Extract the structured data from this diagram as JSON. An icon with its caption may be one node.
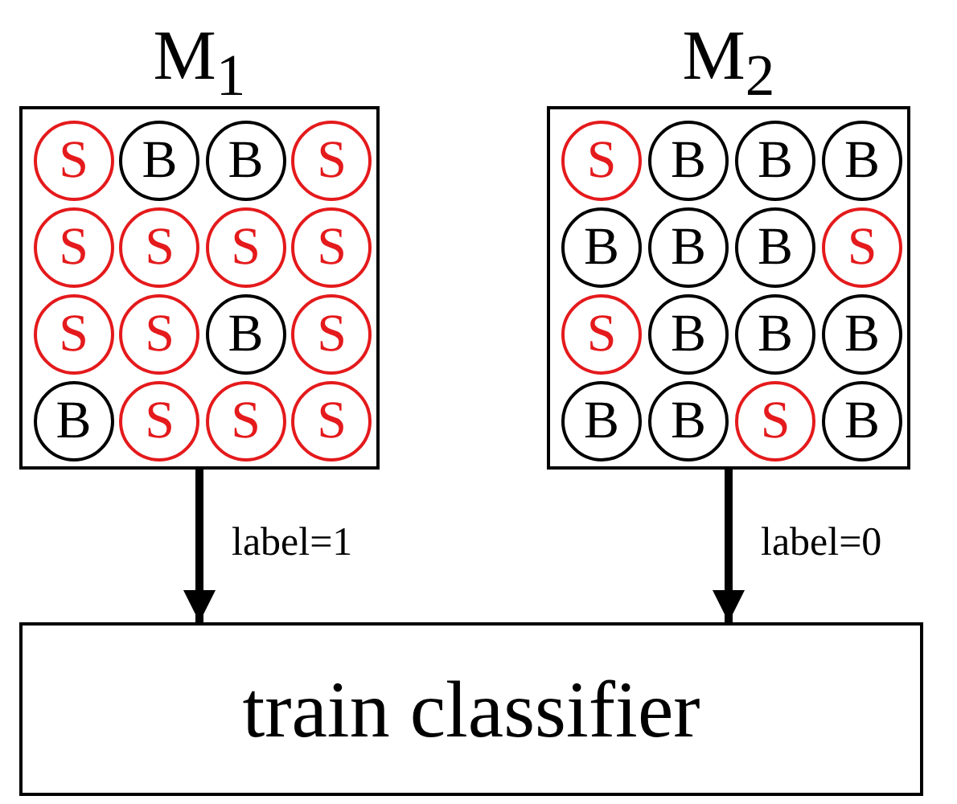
{
  "diagram": {
    "nodes": [
      {
        "text": [
          "M$_{1}$"
        ]
      },
      {
        "text": [
          "S"
        ],
        "in": 0
      },
      {
        "text": [
          "B"
        ],
        "in": 0
      },
      {
        "text": [
          "B"
        ],
        "in": 0
      },
      {
        "text": [
          "S"
        ],
        "in": 0
      },
      {
        "text": [
          "S"
        ],
        "in": 0
      },
      {
        "text": [
          "S"
        ],
        "in": 0
      },
      {
        "text": [
          "S"
        ],
        "in": 0
      },
      {
        "text": [
          "S"
        ],
        "in": 0
      },
      {
        "text": [
          "S"
        ],
        "in": 0
      },
      {
        "text": [
          "S"
        ],
        "in": 0
      },
      {
        "text": [
          "B"
        ],
        "in": 0
      },
      {
        "text": [
          "S"
        ],
        "in": 0
      },
      {
        "text": [
          "B"
        ],
        "in": 0
      },
      {
        "text": [
          "S"
        ],
        "in": 0
      },
      {
        "text": [
          "S"
        ],
        "in": 0
      },
      {
        "text": [
          "S"
        ],
        "in": 0
      },
      {
        "text": [
          "M$_{2}$"
        ]
      },
      {
        "text": [
          "S"
        ],
        "in": 17
      },
      {
        "text": [
          "B"
        ],
        "in": 17
      },
      {
        "text": [
          "B"
        ],
        "in": 17
      },
      {
        "text": [
          "B"
        ],
        "in": 17
      },
      {
        "text": [
          "B"
        ],
        "in": 17
      },
      {
        "text": [
          "B"
        ],
        "in": 17
      },
      {
        "text": [
          "B"
        ],
        "in": 17
      },
      {
        "text": [
          "S"
        ],
        "in": 17
      },
      {
        "text": [
          "S"
        ],
        "in": 17
      },
      {
        "text": [
          "B"
        ],
        "in": 17
      },
      {
        "text": [
          "B"
        ],
        "in": 17
      },
      {
        "text": [
          "B"
        ],
        "in": 17
      },
      {
        "text": [
          "B"
        ],
        "in": 17
      },
      {
        "text": [
          "B"
        ],
        "in": 17
      },
      {
        "text": [
          "S"
        ],
        "in": 17
      },
      {
        "text": [
          "B"
        ],
        "in": 17
      },
      {
        "text": [
          "train classifier"
        ]
      }
    ],
    "edges": [
      {
        "from": 0,
        "to": 34,
        "arrow": "to",
        "label": "label=1"
      },
      {
        "from": 17,
        "to": 34,
        "arrow": "to",
        "label": "label=0"
      }
    ]
  }
}
